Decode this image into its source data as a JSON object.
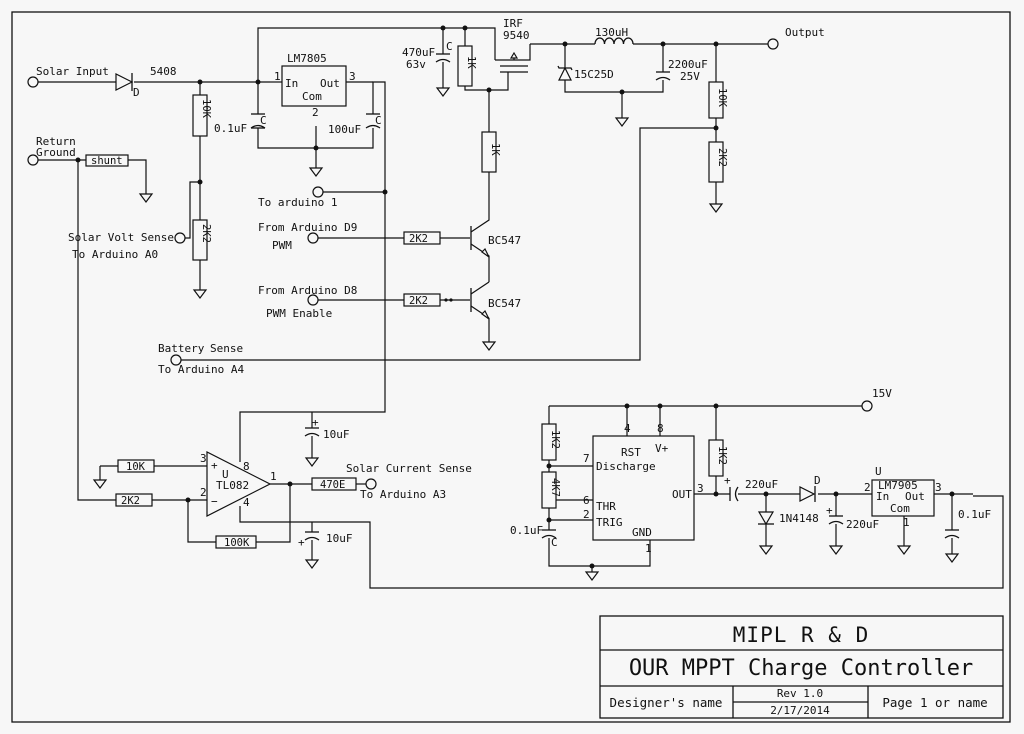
{
  "title_block": {
    "company": "MIPL R & D",
    "project": "OUR MPPT Charge Controller",
    "designer_label": "Designer's name",
    "revision": "Rev 1.0",
    "date": "2/17/2014",
    "page_label": "Page 1 or name"
  },
  "ports": {
    "solar_input": "Solar Input",
    "return_ground_1": "Return",
    "return_ground_2": "Ground",
    "output": "Output",
    "solar_volt_sense": "Solar Volt Sense",
    "to_a0": "To Arduino A0",
    "to_arduino_1": "To arduino 1",
    "from_d9": "From Arduino D9",
    "pwm": "PWM",
    "from_d8": "From Arduino D8",
    "pwm_enable": "PWM Enable",
    "battery": "Battery",
    "battery_sense": "Sense",
    "to_a4": "To Arduino A4",
    "solar_current_sense": "Solar Current Sense",
    "to_a3": "To Arduino A3",
    "v15": "15V"
  },
  "components": {
    "d_5408_value": "5408",
    "d_5408_ref": "D",
    "shunt": "shunt",
    "r_10k_a": "10K",
    "r_2k2_a": "2K2",
    "lm7805_name": "LM7805",
    "lm7805_in": "In",
    "lm7805_out": "Out",
    "lm7805_com": "Com",
    "lm7805_pin1": "1",
    "lm7805_pin2": "2",
    "lm7805_pin3": "3",
    "c_01_a": "0.1uF",
    "c_01_a_ref": "C",
    "c_100": "100uF",
    "c_100_ref": "C",
    "c_470": "470uF",
    "c_470_v": "63v",
    "c_470_ref": "C",
    "r_1k_a": "1K",
    "irf_1": "IRF",
    "irf_2": "9540",
    "r_1k_b": "1K",
    "l_130": "130uH",
    "d_15c": "15C25D",
    "c_2200": "2200uF",
    "c_2200_v": "25V",
    "r_10k_b": "10K",
    "r_2k2_b": "2K2",
    "r_2k2_c": "2K2",
    "q1": "BC547",
    "r_2k2_d": "2K2",
    "q2": "BC547",
    "c_10_a": "10uF",
    "c_10_b": "10uF",
    "r_10k_c": "10K",
    "r_2k2_e": "2K2",
    "r_100k": "100K",
    "r_470e": "470E",
    "opamp": "TL082",
    "opamp_u": "U",
    "opamp_plus": "+",
    "opamp_minus": "−",
    "opamp_pin3": "3",
    "opamp_pin2": "2",
    "opamp_pin1": "1",
    "opamp_pin8": "8",
    "opamp_pin4": "4",
    "r_1k2_a": "1K2",
    "r_4k7": "4K7",
    "c_01_b": "0.1uF",
    "c_01_b_ref": "C",
    "t555_rst": "RST",
    "t555_vplus": "V+",
    "t555_discharge": "Discharge",
    "t555_thr": "THR",
    "t555_trig": "TRIG",
    "t555_out": "OUT",
    "t555_gnd": "GND",
    "t555_pin4": "4",
    "t555_pin8": "8",
    "t555_pin7": "7",
    "t555_pin6": "6",
    "t555_pin2": "2",
    "t555_pin3": "3",
    "t555_pin1": "1",
    "r_1k2_b": "1K2",
    "c_220_a": "220uF",
    "d_1n4148": "1N4148",
    "d_ref": "D",
    "c_220_b": "220uF",
    "lm7905_u": "U",
    "lm7905_name": "LM7905",
    "lm7905_in": "In",
    "lm7905_out": "Out",
    "lm7905_com": "Com",
    "lm7905_pin2": "2",
    "lm7905_pin3": "3",
    "lm7905_pin1": "1",
    "c_01_c": "0.1uF"
  }
}
